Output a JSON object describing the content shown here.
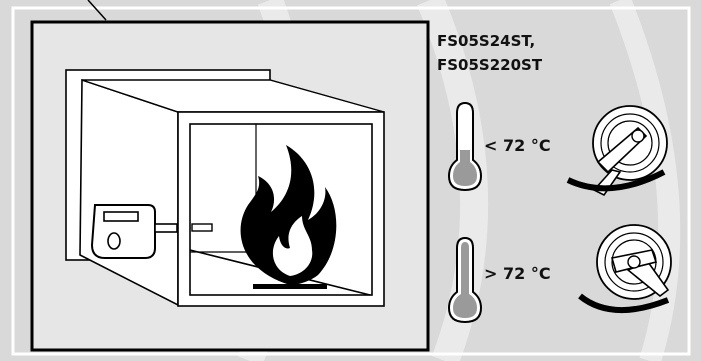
{
  "models": {
    "line1": "FS05S24ST,",
    "line2": "FS05S220ST"
  },
  "states": [
    {
      "label": "< 72 °C",
      "thermometer": "low"
    },
    {
      "label": "> 72 °C",
      "thermometer": "high"
    }
  ]
}
